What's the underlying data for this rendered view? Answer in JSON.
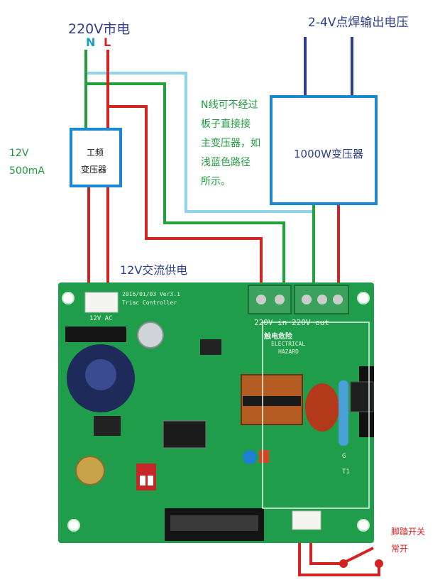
{
  "labels": {
    "mains": "220V市电",
    "neutral": "N",
    "live": "L",
    "output_voltage": "2-4V点焊输出电压",
    "spec_voltage": "12V",
    "spec_current": "500mA",
    "small_xf_line1": "工频",
    "small_xf_line2": "变压器",
    "note_lines": [
      "N线可不经过",
      "板子直接接",
      "主变压器，如",
      "浅蓝色路径",
      "所示。"
    ],
    "big_xf": "1000W变压器",
    "ac_supply": "12V交流供电",
    "pedal_line1": "脚踏开关",
    "pedal_line2": "常开"
  },
  "board": {
    "silk_date": "2016/01/03 Ver3.1",
    "silk_name": "Triac Controller",
    "silk_12v": "12V AC",
    "silk_220": "220V in 220V out",
    "silk_danger": "触电危险",
    "silk_elec": "ELECTRICAL",
    "silk_hazard": "HAZARD",
    "silk_g": "G",
    "silk_t1": "T1"
  },
  "colors": {
    "blue_wire": "#2d3f8c",
    "green_wire": "#1fa23a",
    "red_wire": "#d42323",
    "lightblue_wire": "#8fd3ee",
    "box_border": "#1a88d4",
    "pcb": "#1f9d4a"
  }
}
